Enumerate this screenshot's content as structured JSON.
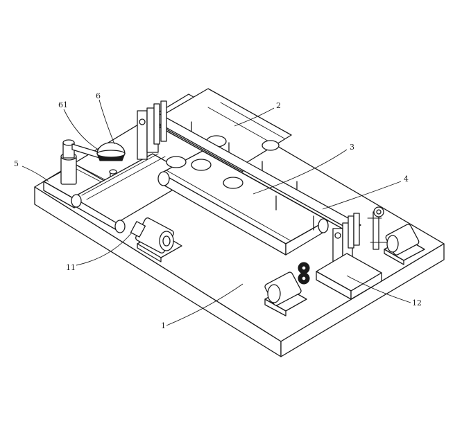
{
  "figure": {
    "labels": {
      "l1": "1",
      "l2": "2",
      "l3": "3",
      "l4": "4",
      "l5": "5",
      "l6": "6",
      "l61": "61",
      "l11": "11",
      "l12": "12"
    }
  }
}
